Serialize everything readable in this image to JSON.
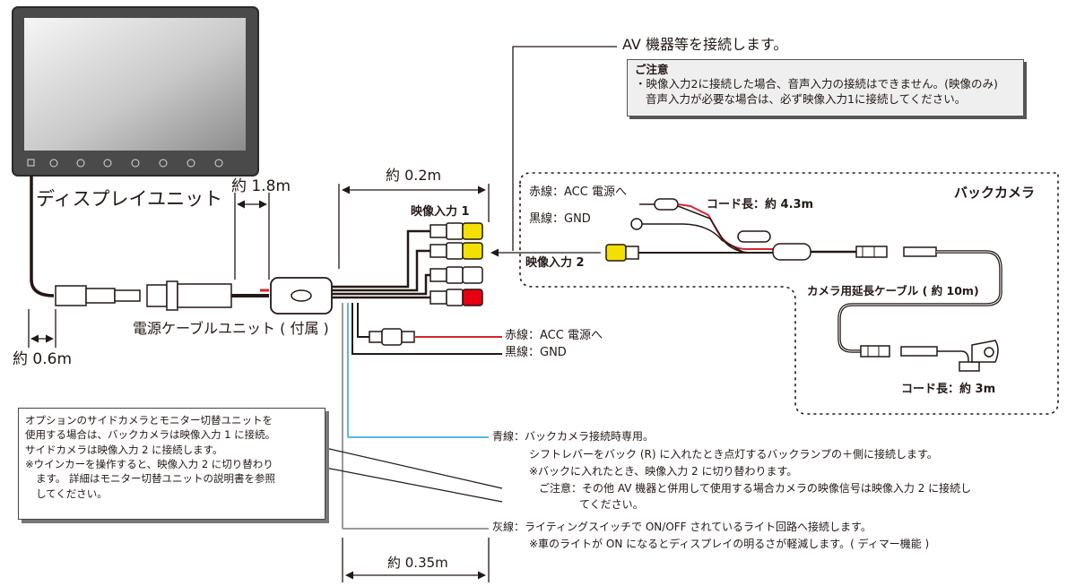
{
  "labels": {
    "display_unit": "ディスプレイユニット",
    "len_1_8": "約 1.8m",
    "len_0_6": "約 0.6m",
    "len_0_2": "約 0.2m",
    "len_0_35": "約 0.35m",
    "power_unit": "電源ケーブルユニット ( 付属 )",
    "av_connect": "AV 機器等を接続します。",
    "video_in_1": "映像入力 1",
    "video_in_2": "映像入力 2",
    "back_camera": "バックカメラ",
    "red_acc_cam": "赤線：ACC 電源へ",
    "black_gnd_cam": "黒線：GND",
    "cord_len_4_3": "コード長：約 4.3m",
    "cam_ext_cable": "カメラ用延長ケーブル ( 約 10m)",
    "cord_len_3": "コード長：約 3m",
    "red_acc": "赤線：ACC 電源へ",
    "black_gnd": "黒線：GND"
  },
  "caution": {
    "title": "ご注意",
    "line1": "・映像入力2に接続した場合、音声入力の接続はできません。(映像のみ)",
    "line2": "音声入力が必要な場合は、必ず映像入力1に接続してください。"
  },
  "note": {
    "line1": "オプションのサイドカメラとモニター切替ユニットを",
    "line2": "使用する場合は、バックカメラは映像入力 1 に接続。",
    "line3": "サイドカメラは映像入力 2 に接続します。",
    "line4": "※ウインカーを操作すると、映像入力 2 に切り替わり",
    "line5": "ます。 詳細はモニター切替ユニットの説明書を参照",
    "line6": "してください。"
  },
  "blue_wire": {
    "line1": "青線：バックカメラ接続時専用。",
    "line2": "シフトレバーをバック (R) に入れたとき点灯するバックランプの＋側に接続します。",
    "line3": "※バックに入れたとき、映像入力 2 に切り替わります。",
    "line4": "ご注意：その他 AV 機器と併用して使用する場合カメラの映像信号は映像入力 2 に接続し",
    "line5": "てください。"
  },
  "gray_wire": {
    "line1": "灰線：ライティングスイッチで ON/OFF されているライト回路へ接続します。",
    "line2": "※車のライトが ON になるとディスプレイの明るさが軽減します。( ディマー機能 )"
  },
  "colors": {
    "plug_yellow": "#f3e000",
    "plug_red": "#e60012",
    "plug_white": "#ffffff",
    "wire_blue": "#5bb7e4",
    "wire_gray": "#9a9a9a",
    "wire_red": "#d6262b",
    "ink": "#231815"
  }
}
